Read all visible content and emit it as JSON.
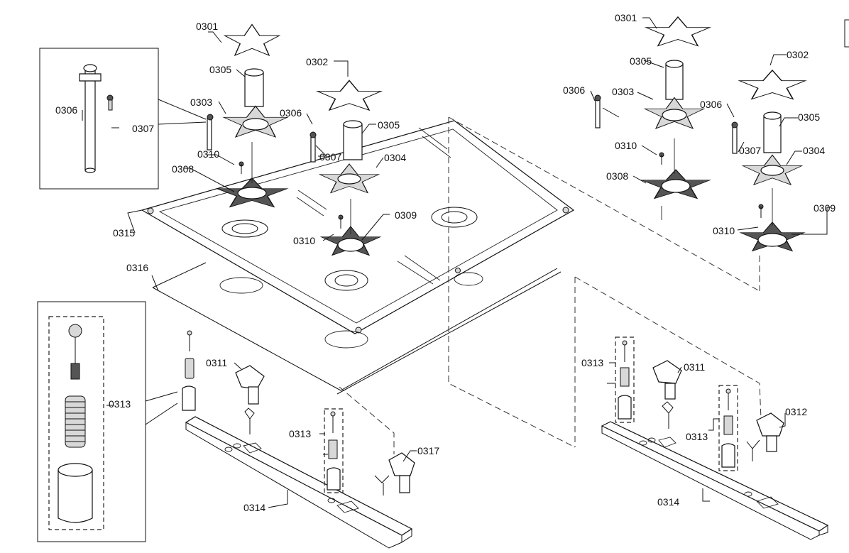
{
  "labels": {
    "p0301": "0301",
    "p0302": "0302",
    "p0303": "0303",
    "p0304": "0304",
    "p0305": "0305",
    "p0306": "0306",
    "p0307": "0307",
    "p0308": "0308",
    "p0309": "0309",
    "p0310": "0310",
    "p0311": "0311",
    "p0312": "0312",
    "p0313": "0313",
    "p0314": "0314",
    "p0315": "0315",
    "p0316": "0316",
    "p0317": "0317"
  }
}
